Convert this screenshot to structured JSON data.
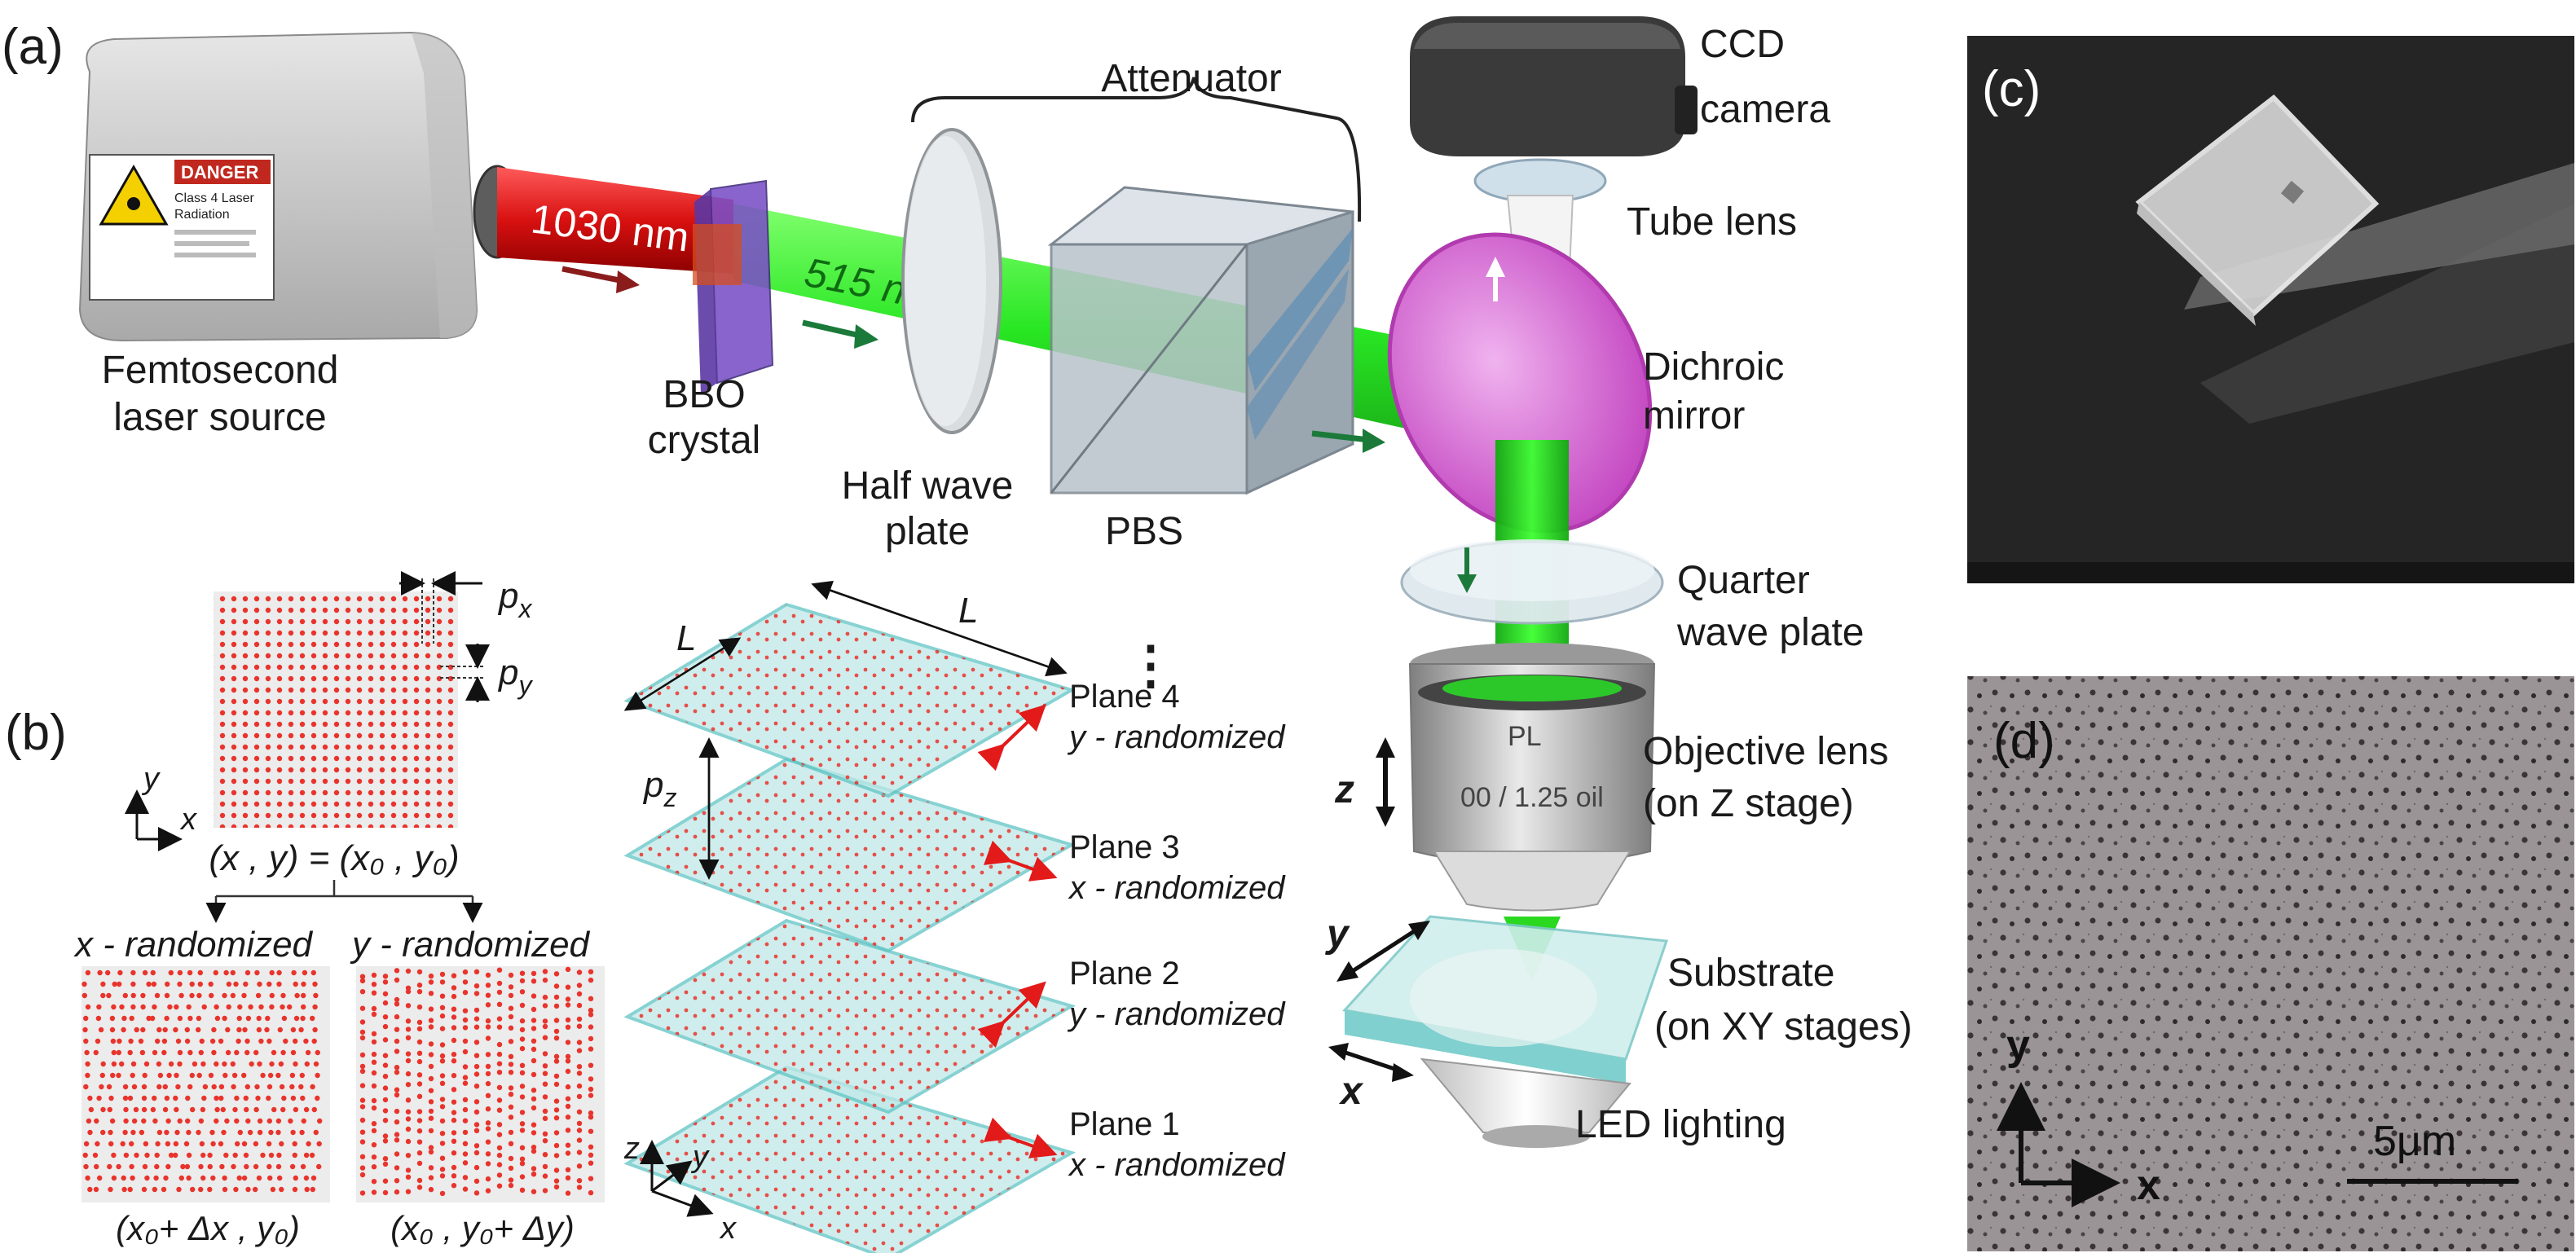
{
  "panels": {
    "a": "(a)",
    "b": "(b)",
    "c": "(c)",
    "d": "(d)"
  },
  "laser": {
    "label_line1": "Femtosecond",
    "label_line2": "laser source",
    "beam_ir": "1030 nm",
    "beam_green": "515 nm",
    "danger_title": "DANGER",
    "danger_line1": "Class 4 Laser",
    "danger_line2": "Radiation"
  },
  "components": {
    "bbo_line1": "BBO",
    "bbo_line2": "crystal",
    "attenuator": "Attenuator",
    "hwp_line1": "Half wave",
    "hwp_line2": "plate",
    "pbs": "PBS",
    "ccd_line1": "CCD",
    "ccd_line2": "camera",
    "tube_lens": "Tube lens",
    "dichroic_line1": "Dichroic",
    "dichroic_line2": "mirror",
    "qwp_line1": "Quarter",
    "qwp_line2": "wave plate",
    "objective_line1": "Objective lens",
    "objective_line2": "(on Z stage)",
    "objective_text_line1": "PL",
    "objective_text_line2": "00 / 1.25 oil",
    "substrate_line1": "Substrate",
    "substrate_line2": "(on XY stages)",
    "led": "LED lighting"
  },
  "stage_axes": {
    "z": "z",
    "y": "y",
    "x": "x"
  },
  "panel_b": {
    "px": "p",
    "px_sub": "x",
    "py": "p",
    "py_sub": "y",
    "axis_y": "y",
    "axis_x": "x",
    "grid_eq": "(x , y) = (x₀ , y₀)",
    "x_rand": "x - randomized",
    "y_rand": "y - randomized",
    "x_rand_eq": "(x₀+ Δx , y₀)",
    "y_rand_eq": "(x₀ , y₀+ Δy)",
    "L1": "L",
    "L2": "L",
    "pz": "p",
    "pz_sub": "z",
    "dots": "⋮",
    "planes": [
      {
        "name": "Plane 4",
        "rand": "y - randomized"
      },
      {
        "name": "Plane 3",
        "rand": "x - randomized"
      },
      {
        "name": "Plane 2",
        "rand": "y - randomized"
      },
      {
        "name": "Plane 1",
        "rand": "x - randomized"
      }
    ],
    "axis3d_z": "z",
    "axis3d_y": "y",
    "axis3d_x": "x"
  },
  "panel_d": {
    "axis_y": "y",
    "axis_x": "x",
    "scalebar": "5μm"
  },
  "colors": {
    "green_beam": "#22e61c",
    "ir_beam": "#e01818",
    "dot_red": "#e8342c",
    "glass": "#bfe8e8",
    "arrow_red": "#e31a1a",
    "arrow_green": "#1b7a3a"
  }
}
